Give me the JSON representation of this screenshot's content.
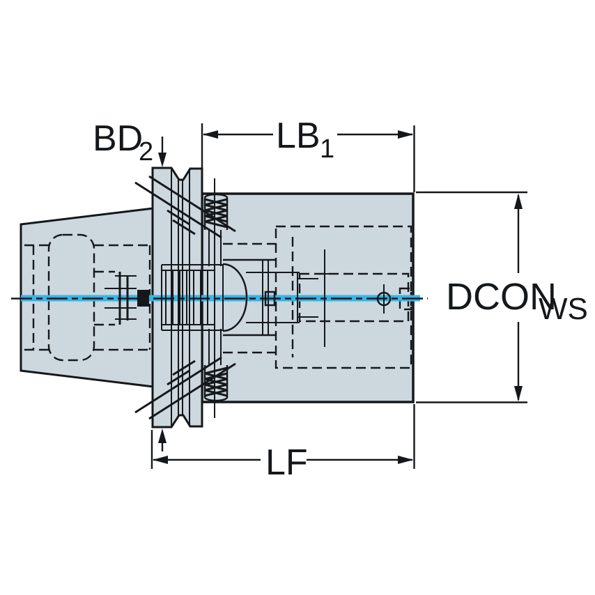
{
  "drawing": {
    "description": "Cross-section technical drawing of a milling machine tool adapter with dimension annotations",
    "labels": {
      "bd2": {
        "main": "BD",
        "sub": "2"
      },
      "lb1": {
        "main": "LB",
        "sub": "1"
      },
      "dcon": {
        "main": "DCON",
        "sub": "WS"
      },
      "lf": {
        "main": "LF"
      }
    },
    "colors": {
      "part-fill": "#ccd7de",
      "line": "#15181a",
      "centerline": "#36b6e6",
      "background": "#ffffff"
    }
  }
}
